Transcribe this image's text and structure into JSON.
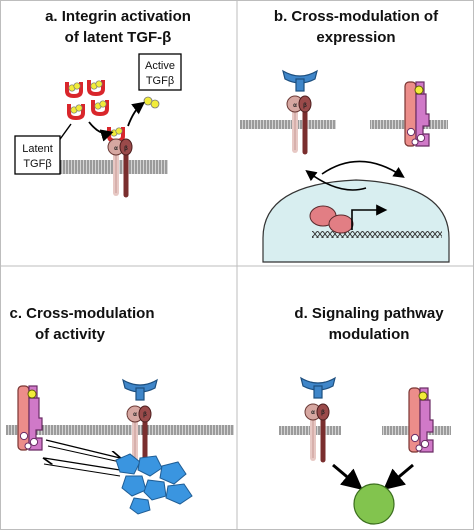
{
  "panels": {
    "a": {
      "title_line1": "a. Integrin activation",
      "title_line2": "of  latent TGF-β",
      "latent_line1": "Latent",
      "latent_line2": "TGFβ",
      "active_line1": "Active",
      "active_line2": "TGFβ"
    },
    "b": {
      "title_line1": "b. Cross-modulation of",
      "title_line2": "expression"
    },
    "c": {
      "title_line1": "c. Cross-modulation",
      "title_line2": "of activity"
    },
    "d": {
      "title_line1": "d. Signaling pathway",
      "title_line2": "modulation"
    }
  },
  "integrin_labels": {
    "alpha": "α",
    "beta": "β"
  },
  "colors": {
    "membrane": "#8a8a8a",
    "integrin_alpha": "#d6a7a1",
    "integrin_beta": "#9a4a4a",
    "tgfb_red": "#d9262b",
    "tgfb_yellow": "#f2ec3a",
    "receptor_blue": "#3f86c9",
    "tgfbr_pink": "#ec8d8a",
    "tgfbr_purple": "#d079c8",
    "nucleus": "#d8eef0",
    "signal_green": "#82c44e",
    "fragments_blue": "#3a95e0"
  }
}
